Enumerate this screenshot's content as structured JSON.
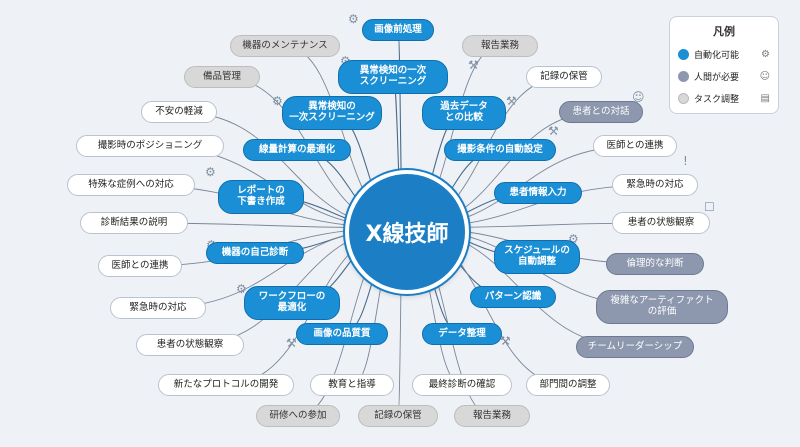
{
  "center": {
    "label": "X線技師"
  },
  "legend": {
    "title": "凡例",
    "items": [
      {
        "label": "自動化可能",
        "color": "#1b8fd6",
        "icon": "brain-gear-icon"
      },
      {
        "label": "人間が必要",
        "color": "#8d98ae",
        "icon": "person-icon"
      },
      {
        "label": "タスク調整",
        "color": "#d8d8d8",
        "icon": "clipboard-icon"
      }
    ]
  },
  "nodes": [
    {
      "id": "n1",
      "label": "画像前処理",
      "type": "auto"
    },
    {
      "id": "n2",
      "label": "異常検知の一次\nスクリーニング",
      "type": "auto"
    },
    {
      "id": "n3",
      "label": "機器のメンテナンス",
      "type": "task"
    },
    {
      "id": "n4",
      "label": "報告業務",
      "type": "task"
    },
    {
      "id": "n5",
      "label": "備品管理",
      "type": "task"
    },
    {
      "id": "n6",
      "label": "記録の保管",
      "type": "white"
    },
    {
      "id": "n7",
      "label": "異常検知の\n一次スクリーニング",
      "type": "auto"
    },
    {
      "id": "n8",
      "label": "過去データ\nとの比較",
      "type": "auto"
    },
    {
      "id": "n9",
      "label": "不安の軽減",
      "type": "white"
    },
    {
      "id": "n10",
      "label": "患者との対話",
      "type": "human"
    },
    {
      "id": "n11",
      "label": "線量計算の最適化",
      "type": "auto"
    },
    {
      "id": "n12",
      "label": "撮影条件の自動設定",
      "type": "auto"
    },
    {
      "id": "n13",
      "label": "撮影時のポジショニング",
      "type": "white"
    },
    {
      "id": "n14",
      "label": "医師との連携",
      "type": "white"
    },
    {
      "id": "n15",
      "label": "特殊な症例への対応",
      "type": "white"
    },
    {
      "id": "n16",
      "label": "レポートの\n下書き作成",
      "type": "auto"
    },
    {
      "id": "n17",
      "label": "緊急時の対応",
      "type": "white"
    },
    {
      "id": "n18",
      "label": "患者情報入力",
      "type": "auto"
    },
    {
      "id": "n19",
      "label": "診断結果の説明",
      "type": "white"
    },
    {
      "id": "n20",
      "label": "患者の状態観察",
      "type": "white"
    },
    {
      "id": "n21",
      "label": "機器の自己診断",
      "type": "auto"
    },
    {
      "id": "n22",
      "label": "スケジュールの\n自動調整",
      "type": "auto"
    },
    {
      "id": "n23",
      "label": "医師との連携",
      "type": "white"
    },
    {
      "id": "n24",
      "label": "倫理的な判断",
      "type": "human"
    },
    {
      "id": "n25",
      "label": "ワークフローの\n最適化",
      "type": "auto"
    },
    {
      "id": "n26",
      "label": "パターン認識",
      "type": "auto"
    },
    {
      "id": "n27",
      "label": "緊急時の対応",
      "type": "white"
    },
    {
      "id": "n28",
      "label": "複雑なアーティファクト\nの評価",
      "type": "human"
    },
    {
      "id": "n29",
      "label": "画像の品質質",
      "type": "auto"
    },
    {
      "id": "n30",
      "label": "データ整理",
      "type": "auto"
    },
    {
      "id": "n31",
      "label": "患者の状態観察",
      "type": "white"
    },
    {
      "id": "n32",
      "label": "チームリーダーシップ",
      "type": "human"
    },
    {
      "id": "n33",
      "label": "新たなプロトコルの開発",
      "type": "white"
    },
    {
      "id": "n34",
      "label": "教育と指導",
      "type": "white"
    },
    {
      "id": "n35",
      "label": "最終診断の確認",
      "type": "white"
    },
    {
      "id": "n36",
      "label": "部門間の調整",
      "type": "white"
    },
    {
      "id": "n37",
      "label": "研修への参加",
      "type": "task"
    },
    {
      "id": "n38",
      "label": "記録の保管",
      "type": "task"
    },
    {
      "id": "n39",
      "label": "報告業務",
      "type": "task"
    }
  ]
}
